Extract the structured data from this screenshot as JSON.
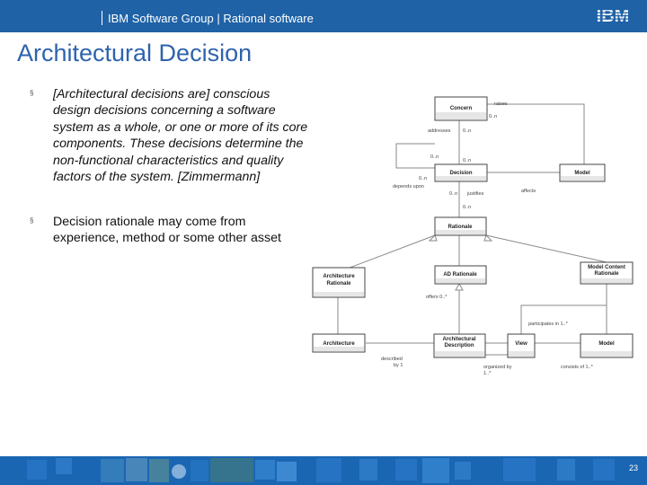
{
  "header": {
    "org": "IBM Software Group | Rational software",
    "logo_text": "IBM"
  },
  "slide": {
    "title": "Architectural Decision",
    "bullet_symbol": "§",
    "bullets": [
      "[Architectural decisions are] conscious design decisions concerning a software system as a whole, or one or more of its core components. These decisions determine the non-functional characteristics and quality factors of the system. [Zimmermann]",
      "Decision rationale may come from experience, method or some other asset"
    ]
  },
  "diagram": {
    "boxes": {
      "concern": "Concern",
      "decision": "Decision",
      "model_top": "Model",
      "rationale": "Rationale",
      "architecture_rationale": [
        "Architecture",
        "Rationale"
      ],
      "ad_rationale": "AD Rationale",
      "model_content_rationale": [
        "Model Content",
        "Rationale"
      ],
      "architecture": "Architecture",
      "architectural_description": [
        "Architectural",
        "Description"
      ],
      "view": "View",
      "model_bottom": "Model"
    },
    "labels": {
      "raises": "raises",
      "mult_concern_raises": "0..n",
      "addresses": "addresses",
      "mult_addresses": "0..n",
      "mult_decision_concern": "0..n",
      "mult_self_top": "0..n",
      "mult_self_bottom": "0..n",
      "depends_upon": "depends upon",
      "mult_justifies_top": "0..n",
      "justifies": "justifies",
      "affects": "affects",
      "mult_justifies_bottom": "0..n",
      "offers": "offers 0..*",
      "participates": "participates in 1..*",
      "described_by": [
        "described",
        "by 1"
      ],
      "organized_by": [
        "organized by",
        "1..*"
      ],
      "consists_of": "consists of 1..*"
    }
  },
  "footer": {
    "page_number": "23"
  },
  "colors": {
    "header_bg": "#1f62a6",
    "footer_bg": "#1a66b3",
    "title": "#2e63ad"
  }
}
